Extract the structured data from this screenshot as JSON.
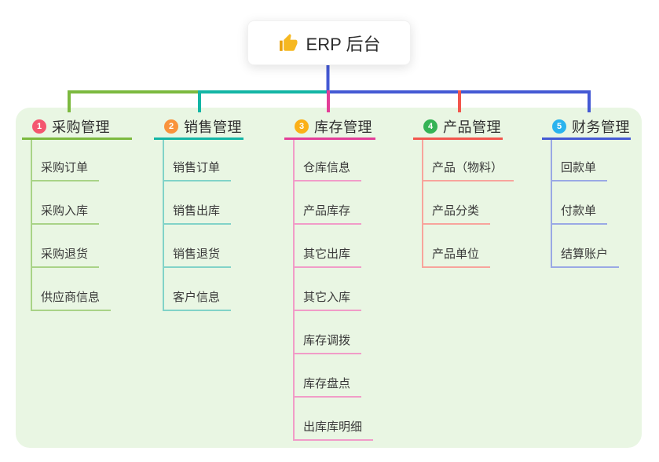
{
  "root": {
    "icon": "thumbs-up",
    "label": "ERP 后台"
  },
  "colors": {
    "panel_bg": "#e9f6e3",
    "trunk": "#4459d4"
  },
  "branches": [
    {
      "badge": "1",
      "title": "采购管理",
      "badge_color": "#f4566f",
      "line_color": "#7cb93f",
      "child_line_color": "#a9d387",
      "children": [
        "采购订单",
        "采购入库",
        "采购退货",
        "供应商信息"
      ]
    },
    {
      "badge": "2",
      "title": "销售管理",
      "badge_color": "#f9933c",
      "line_color": "#13b5a5",
      "child_line_color": "#81d3c8",
      "children": [
        "销售订单",
        "销售出库",
        "销售退货",
        "客户信息"
      ]
    },
    {
      "badge": "3",
      "title": "库存管理",
      "badge_color": "#fbb017",
      "line_color": "#e33e98",
      "child_line_color": "#f19cc8",
      "children": [
        "仓库信息",
        "产品库存",
        "其它出库",
        "其它入库",
        "库存调拨",
        "库存盘点",
        "出库库明细"
      ]
    },
    {
      "badge": "4",
      "title": "产品管理",
      "badge_color": "#35b355",
      "line_color": "#f2564d",
      "child_line_color": "#f8a49c",
      "children": [
        "产品（物料）",
        "产品分类",
        "产品单位"
      ]
    },
    {
      "badge": "5",
      "title": "财务管理",
      "badge_color": "#2ab3ee",
      "line_color": "#4459d4",
      "child_line_color": "#9aa9e5",
      "children": [
        "回款单",
        "付款单",
        "结算账户"
      ]
    }
  ]
}
